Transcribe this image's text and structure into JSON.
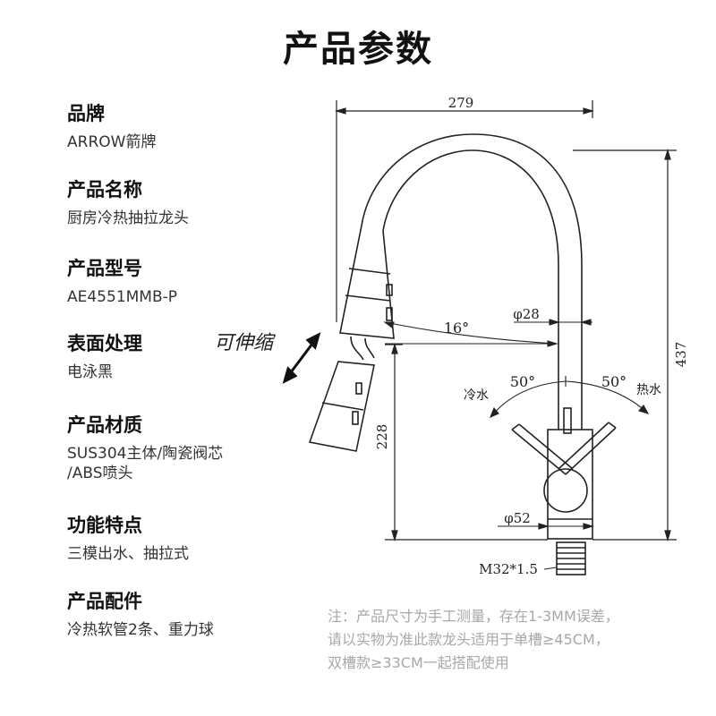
{
  "page_title": "产品参数",
  "specs": [
    {
      "label": "品牌",
      "value": "ARROW箭牌"
    },
    {
      "label": "产品名称",
      "value": "厨房冷热抽拉龙头"
    },
    {
      "label": "产品型号",
      "value": "AE4551MMB-P"
    },
    {
      "label": "表面处理",
      "value": "电泳黑"
    },
    {
      "label": "产品材质",
      "value": "SUS304主体/陶瓷阀芯\n/ABS喷头"
    },
    {
      "label": "功能特点",
      "value": "三模出水、抽拉式"
    },
    {
      "label": "产品配件",
      "value": "冷热软管2条、重力球"
    }
  ],
  "diagram": {
    "dim_width": "279",
    "dim_height": "437",
    "dim_spout_height": "228",
    "dim_pipe_diameter": "φ28",
    "dim_base_diameter": "φ52",
    "dim_thread": "M32*1.5",
    "angle_spout": "16°",
    "angle_cold": "50°",
    "angle_hot": "50°",
    "label_cold": "冷水",
    "label_hot": "热水",
    "label_retractable": "可伸缩"
  },
  "note_lines": [
    "注：产品尺寸为手工测量，存在1-3MM误差，",
    "请以实物为准此款龙头适用于单槽≥45CM，",
    "双槽款≥33CM一起搭配使用"
  ]
}
